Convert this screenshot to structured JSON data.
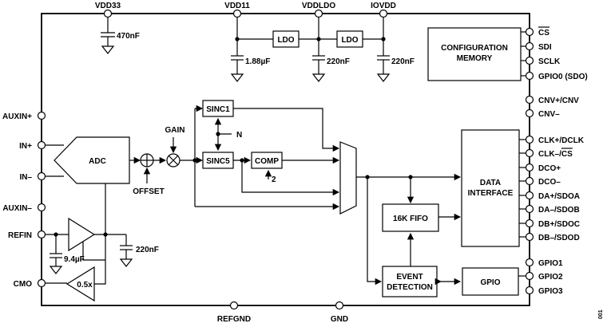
{
  "top_pins": [
    "VDD33",
    "VDD11",
    "VDDLDO",
    "IOVDD"
  ],
  "caps": {
    "vdd33": "470nF",
    "vdd11": "1.88µF",
    "vddldo": "220nF",
    "iovdd": "220nF",
    "vref_buf": "220nF",
    "refin": "9.4µF"
  },
  "ldo": [
    "LDO",
    "LDO"
  ],
  "config_memory": [
    "CONFIGURATION",
    "MEMORY"
  ],
  "left_pins": [
    "AUXIN+",
    "IN+",
    "IN–",
    "AUXIN–",
    "REFIN",
    "CMO"
  ],
  "right_pins": [
    "CS",
    "SDI",
    "SCLK",
    "GPIO0 (SDO)",
    "CNV+/CNV",
    "CNV–",
    "CLK+/DCLK",
    "CLK–/",
    "CS",
    "DCO+",
    "DCO–",
    "DA+/SDOA",
    "DA–/SDOB",
    "DB+/SDOC",
    "DB–/SDOD",
    "GPIO1",
    "GPIO2",
    "GPIO3"
  ],
  "bottom_pins": [
    "REFGND",
    "GND"
  ],
  "adc": "ADC",
  "gain": "GAIN",
  "offset": "OFFSET",
  "sinc1": "SINC1",
  "sinc5": "SINC5",
  "comp": "COMP",
  "n_label": "N",
  "two_label": "2",
  "buffer_half": "0.5x",
  "data_interface": [
    "DATA",
    "INTERFACE"
  ],
  "fifo": "16K FIFO",
  "event_detection": [
    "EVENT",
    "DETECTION"
  ],
  "gpio_block": "GPIO",
  "figure_id": "001"
}
